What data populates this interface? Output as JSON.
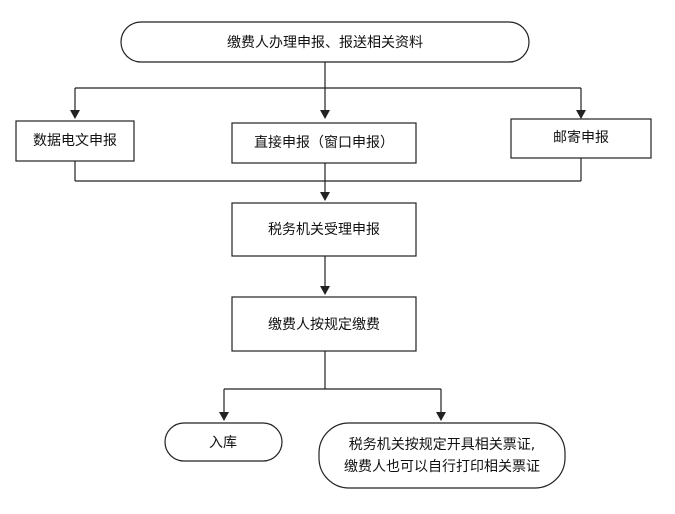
{
  "nodes": {
    "start": "缴费人办理申报、报送相关资料",
    "electronic": "数据电文申报",
    "direct": "直接申报（窗口申报）",
    "mail": "邮寄申报",
    "accept": "税务机关受理申报",
    "pay": "缴费人按规定缴费",
    "storage": "入库",
    "receipt_line1": "税务机关按规定开具相关票证,",
    "receipt_line2": "缴费人也可以自行打印相关票证"
  },
  "colors": {
    "line": "#222222",
    "text": "#111111",
    "background": "#ffffff"
  }
}
